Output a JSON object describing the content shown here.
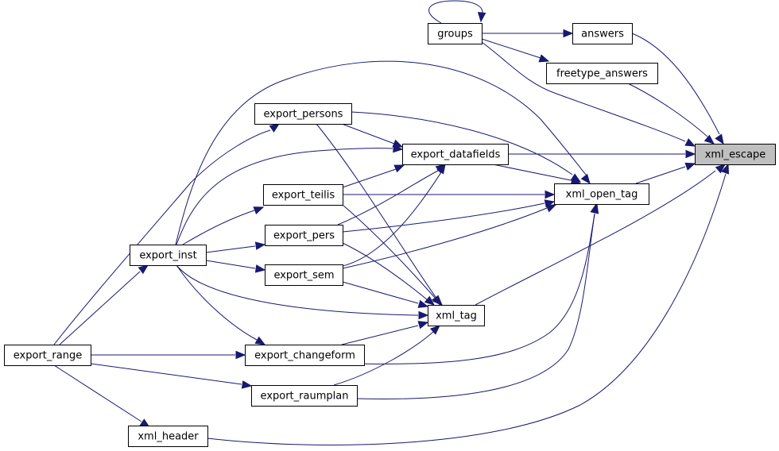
{
  "diagram": {
    "type": "call-graph",
    "edge_color": "#191970",
    "highlight_fill": "#bfbfbf",
    "nodes": [
      {
        "id": "groups",
        "label": "groups"
      },
      {
        "id": "answers",
        "label": "answers"
      },
      {
        "id": "freetype_answers",
        "label": "freetype_answers"
      },
      {
        "id": "xml_escape",
        "label": "xml_escape",
        "highlight": true
      },
      {
        "id": "export_persons",
        "label": "export_persons"
      },
      {
        "id": "export_datafields",
        "label": "export_datafields"
      },
      {
        "id": "xml_open_tag",
        "label": "xml_open_tag"
      },
      {
        "id": "export_teilis",
        "label": "export_teilis"
      },
      {
        "id": "export_pers",
        "label": "export_pers"
      },
      {
        "id": "export_inst",
        "label": "export_inst"
      },
      {
        "id": "export_sem",
        "label": "export_sem"
      },
      {
        "id": "xml_tag",
        "label": "xml_tag"
      },
      {
        "id": "export_range",
        "label": "export_range"
      },
      {
        "id": "export_changeform",
        "label": "export_changeform"
      },
      {
        "id": "export_raumplan",
        "label": "export_raumplan"
      },
      {
        "id": "xml_header",
        "label": "xml_header"
      }
    ],
    "edges": [
      {
        "from": "groups",
        "to": "groups"
      },
      {
        "from": "groups",
        "to": "answers"
      },
      {
        "from": "groups",
        "to": "freetype_answers"
      },
      {
        "from": "groups",
        "to": "xml_escape"
      },
      {
        "from": "answers",
        "to": "xml_escape"
      },
      {
        "from": "freetype_answers",
        "to": "xml_escape"
      },
      {
        "from": "export_datafields",
        "to": "xml_escape"
      },
      {
        "from": "xml_open_tag",
        "to": "xml_escape"
      },
      {
        "from": "xml_tag",
        "to": "xml_escape"
      },
      {
        "from": "xml_header",
        "to": "xml_escape"
      },
      {
        "from": "export_persons",
        "to": "export_datafields"
      },
      {
        "from": "export_persons",
        "to": "xml_open_tag"
      },
      {
        "from": "export_persons",
        "to": "xml_tag"
      },
      {
        "from": "export_datafields",
        "to": "xml_open_tag"
      },
      {
        "from": "export_teilis",
        "to": "export_datafields"
      },
      {
        "from": "export_teilis",
        "to": "xml_open_tag"
      },
      {
        "from": "export_teilis",
        "to": "xml_tag"
      },
      {
        "from": "export_pers",
        "to": "export_datafields"
      },
      {
        "from": "export_pers",
        "to": "xml_open_tag"
      },
      {
        "from": "export_pers",
        "to": "xml_tag"
      },
      {
        "from": "export_sem",
        "to": "export_datafields"
      },
      {
        "from": "export_sem",
        "to": "xml_open_tag"
      },
      {
        "from": "export_sem",
        "to": "xml_tag"
      },
      {
        "from": "export_inst",
        "to": "export_datafields"
      },
      {
        "from": "export_inst",
        "to": "export_teilis"
      },
      {
        "from": "export_inst",
        "to": "export_pers"
      },
      {
        "from": "export_inst",
        "to": "export_sem"
      },
      {
        "from": "export_inst",
        "to": "xml_tag"
      },
      {
        "from": "export_inst",
        "to": "export_changeform"
      },
      {
        "from": "export_inst",
        "to": "xml_open_tag"
      },
      {
        "from": "export_changeform",
        "to": "xml_tag"
      },
      {
        "from": "export_changeform",
        "to": "xml_open_tag"
      },
      {
        "from": "export_raumplan",
        "to": "xml_tag"
      },
      {
        "from": "export_raumplan",
        "to": "xml_open_tag"
      },
      {
        "from": "export_range",
        "to": "export_inst"
      },
      {
        "from": "export_range",
        "to": "export_persons"
      },
      {
        "from": "export_range",
        "to": "export_changeform"
      },
      {
        "from": "export_range",
        "to": "export_raumplan"
      },
      {
        "from": "export_range",
        "to": "xml_header"
      }
    ]
  }
}
